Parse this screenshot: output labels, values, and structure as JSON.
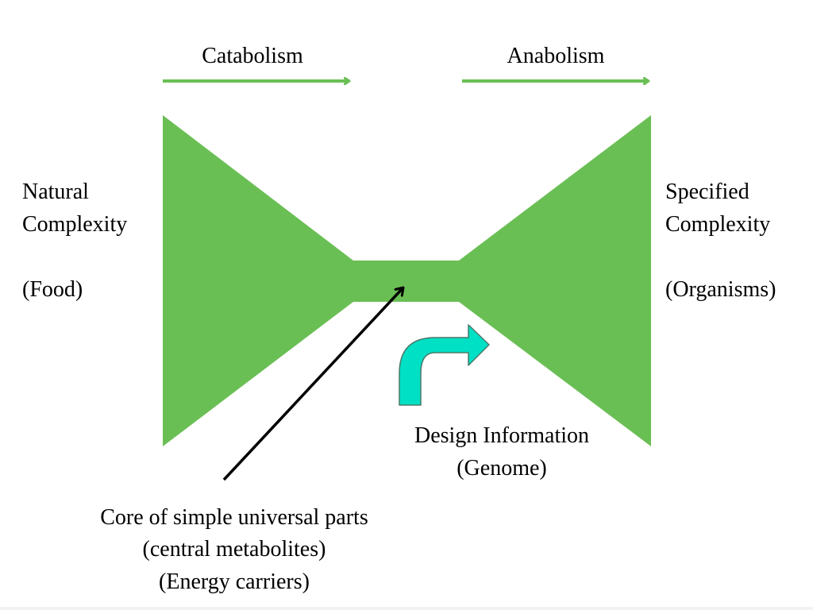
{
  "phases": {
    "catabolism": "Catabolism",
    "anabolism": "Anabolism"
  },
  "left_side": {
    "line1": "Natural",
    "line2": "Complexity",
    "line3": "(Food)"
  },
  "right_side": {
    "line1": "Specified",
    "line2": "Complexity",
    "line3": "(Organisms)"
  },
  "design_info": {
    "line1": "Design Information",
    "line2": "(Genome)"
  },
  "core": {
    "line1": "Core of simple universal parts",
    "line2": "(central metabolites)",
    "line3": "(Energy carriers)"
  },
  "colors": {
    "bowtie": "#6abf54",
    "phase_arrow": "#6abf54",
    "design_arrow": "#00e0c4",
    "design_arrow_stroke": "#4a7a6a",
    "pointer_arrow": "#000000"
  }
}
